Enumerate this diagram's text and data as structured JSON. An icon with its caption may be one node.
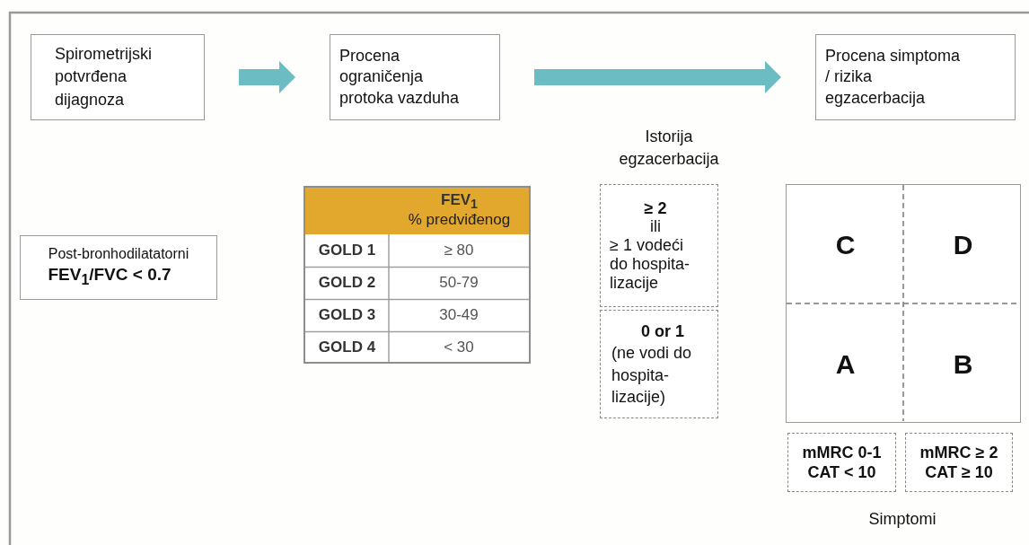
{
  "diagram": {
    "nodes": [
      {
        "text": [
          "Spirometrijski potvrđena dijagnoza"
        ]
      },
      {
        "text": [
          "Procena ograničenja protoka vazduha"
        ]
      },
      {
        "text": [
          "Procena simptoma / rizika egzacerbacija"
        ]
      },
      {
        "text": [
          "Post-bronhodilatatorni",
          "FEV$_{1}$/FVC < 0.7"
        ]
      },
      {
        "text": [
          "≥ 2",
          "ili",
          "≥ 1 vodeći do hospita- lizacije"
        ]
      },
      {
        "text": [
          "0 or 1",
          "(ne vodi do hospita- lizacije)"
        ]
      },
      {
        "text": [],
        "shape": "box"
      },
      {
        "text": [
          "C"
        ],
        "in": 6
      },
      {
        "text": [
          "D"
        ],
        "in": 6
      },
      {
        "text": [
          "A"
        ],
        "in": 6
      },
      {
        "text": [
          "B"
        ],
        "in": 6
      },
      {
        "text": [
          "mMRC 0-1 CAT < 10"
        ]
      },
      {
        "text": [
          "mMRC ≥ 2 CAT ≥ 10"
        ]
      }
    ],
    "edges": [
      {
        "from": 0,
        "to": 1,
        "arrow": "to",
        "style": "thick"
      },
      {
        "from": 1,
        "to": 2,
        "arrow": "to",
        "style": "thick"
      }
    ],
    "labels": [
      "Istorija egzacerbacija",
      "FEV$_{1}$",
      "% predviđenog",
      "GOLD 1",
      "≥ 80",
      "GOLD 2",
      "50-79",
      "GOLD 3",
      "30-49",
      "GOLD 4",
      "< 30",
      "Simptomi"
    ]
  }
}
